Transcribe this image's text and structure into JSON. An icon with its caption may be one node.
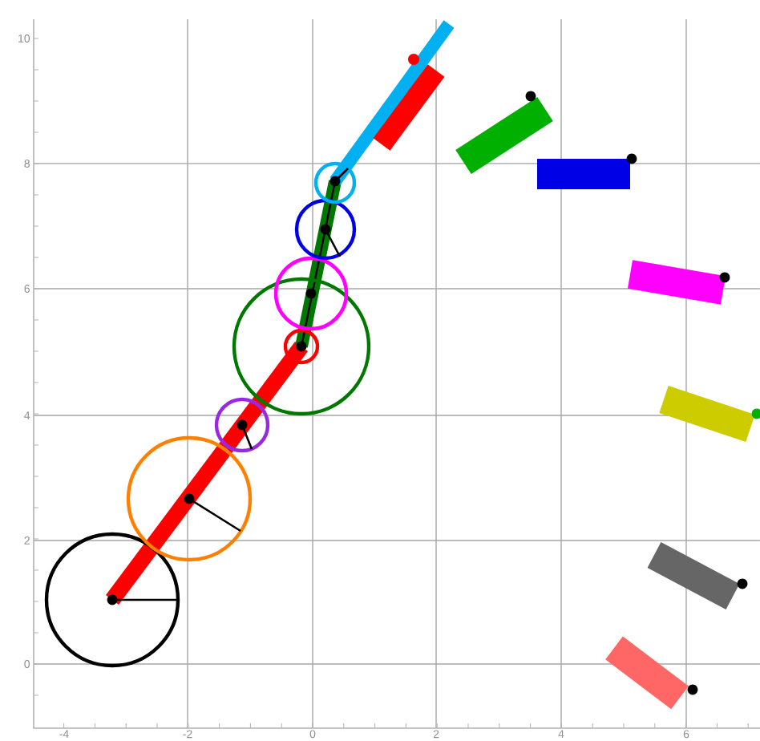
{
  "diagram": {
    "labels": [
      "10",
      "8",
      "6",
      "4",
      "2",
      "0",
      "-4",
      "-2",
      "0",
      "2",
      "4",
      "6"
    ]
  }
}
